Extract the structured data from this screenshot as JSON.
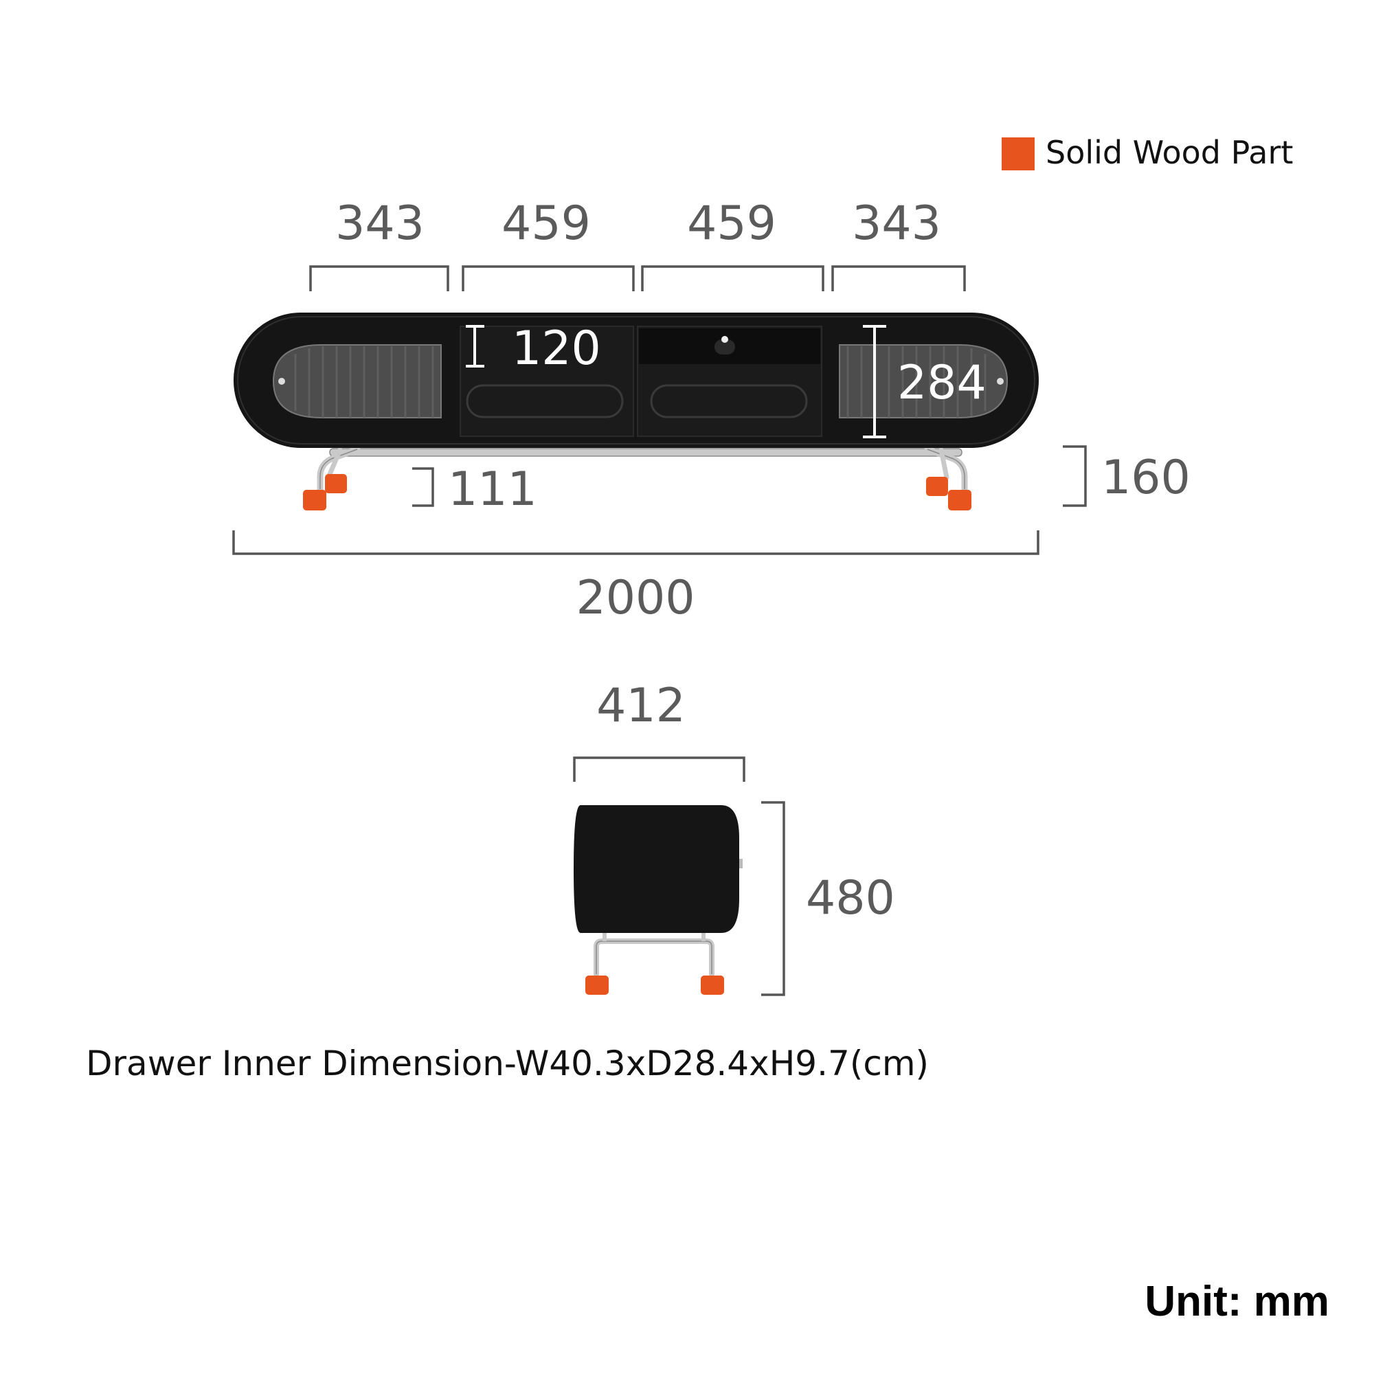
{
  "legend": {
    "label": "Solid Wood Part",
    "swatch_color": "#e8541d"
  },
  "front_view": {
    "top_widths": [
      "343",
      "459",
      "459",
      "343"
    ],
    "drawer_opening_height": "120",
    "cabinet_height": "284",
    "leg_clearance": "111",
    "base_height": "160",
    "total_width": "2000"
  },
  "side_view": {
    "depth": "412",
    "total_height": "480"
  },
  "drawer_note": "Drawer Inner Dimension-W40.3xD28.4xH9.7(cm)",
  "unit_label": "Unit: mm",
  "colors": {
    "cabinet_body": "#151515",
    "glass_panel": "#4d4d4d",
    "metal_frame": "#c9c9c9",
    "wood_feet": "#e8541d",
    "dimension_lines": "#555555"
  }
}
